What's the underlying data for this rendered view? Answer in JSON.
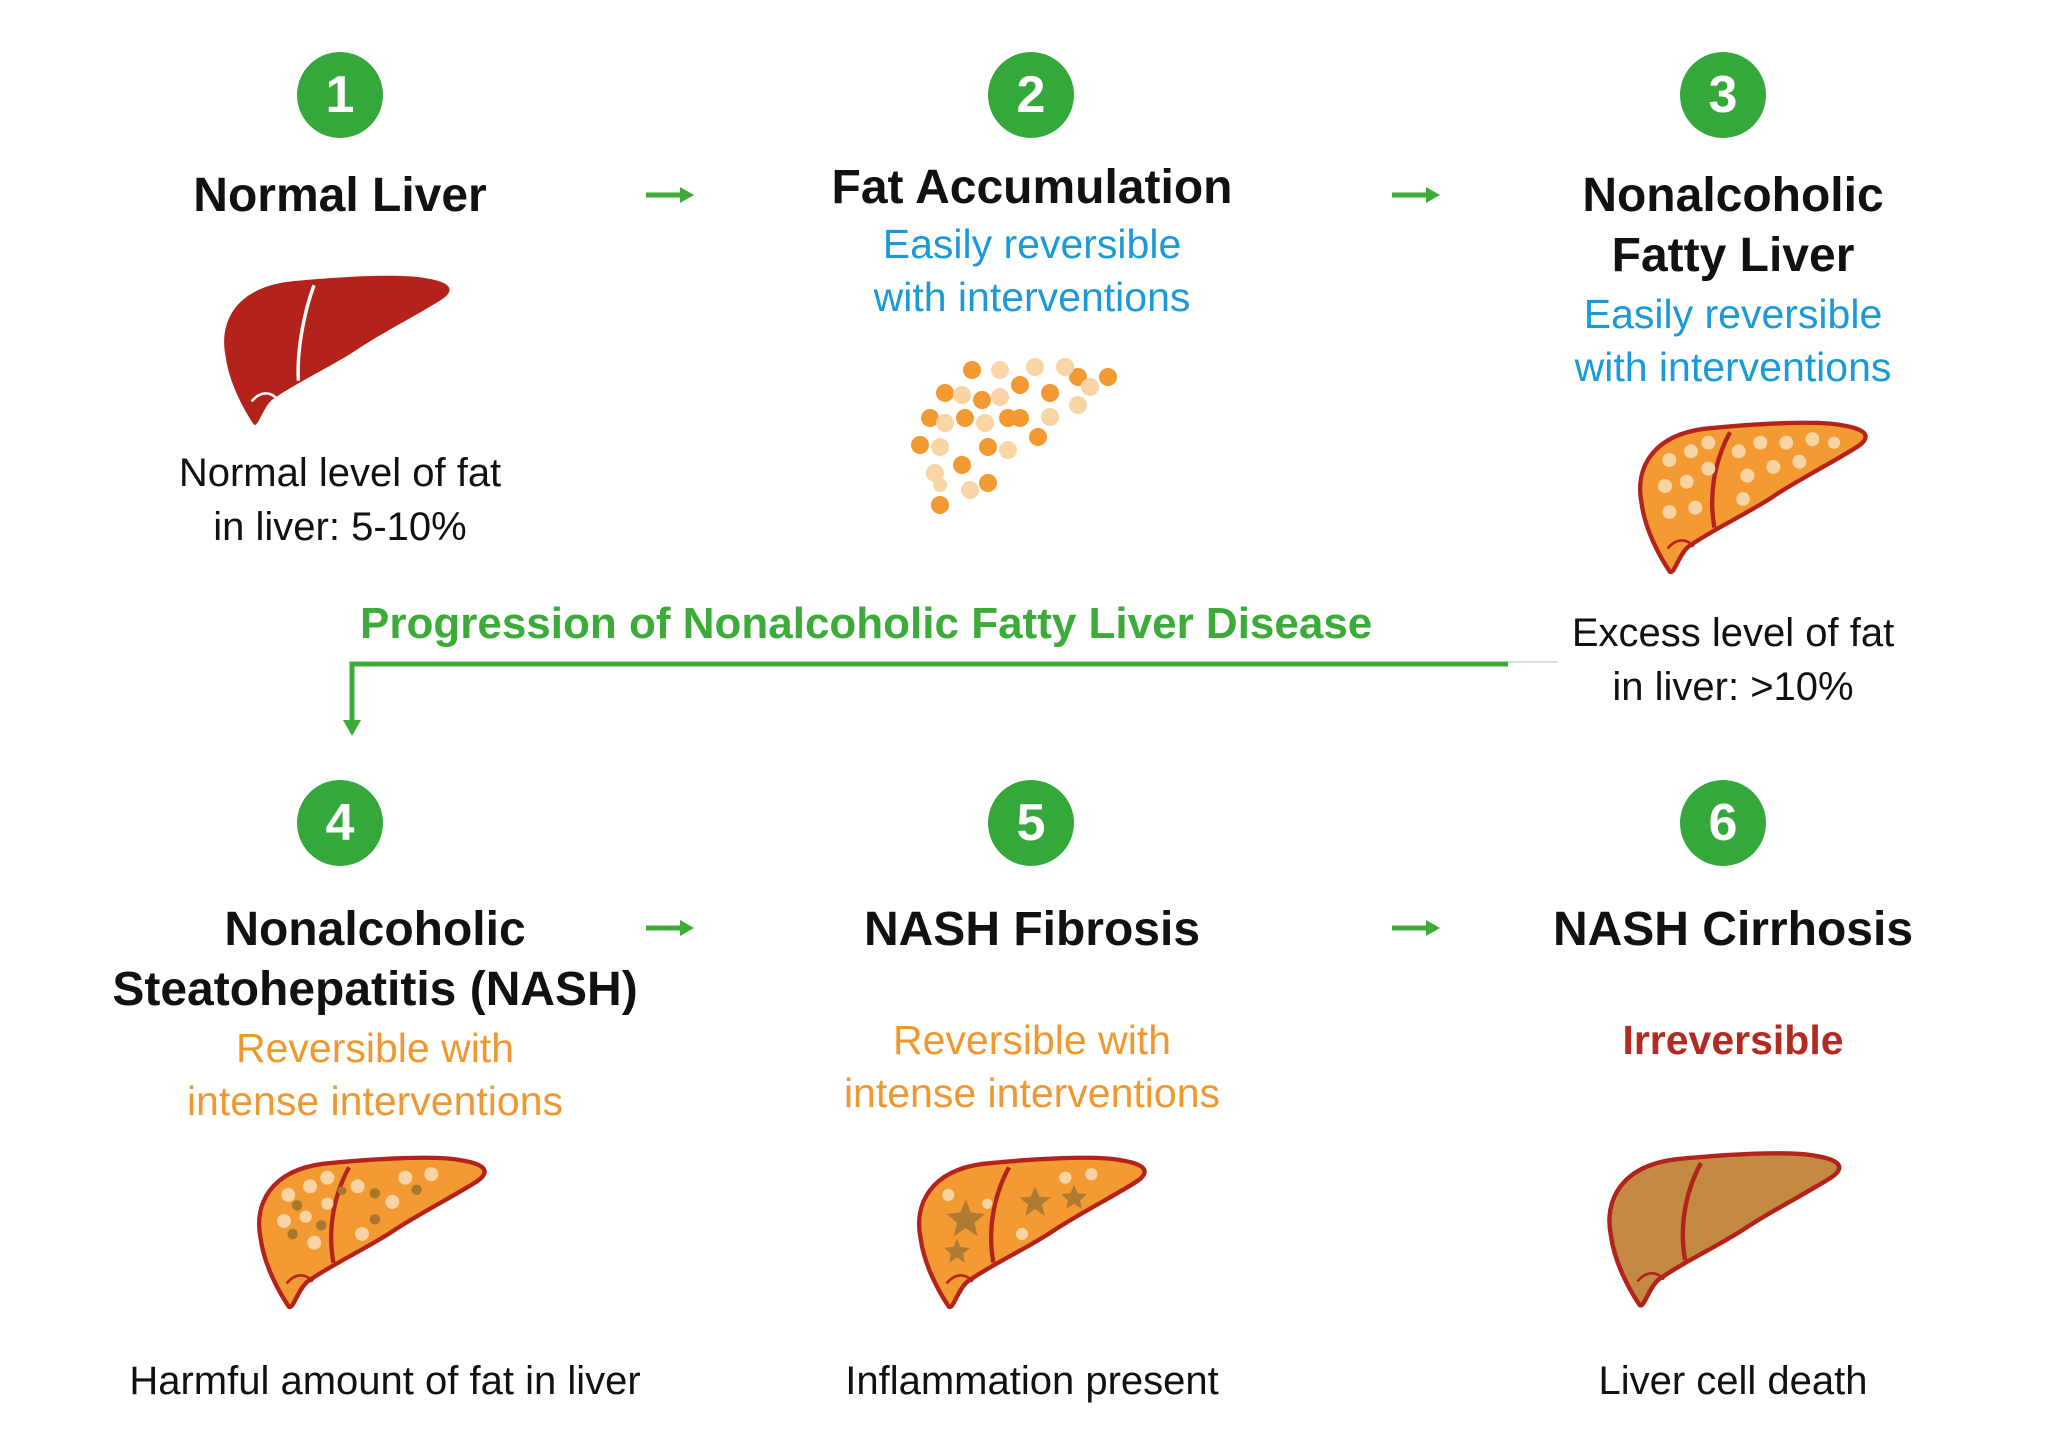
{
  "colors": {
    "green": "#34a83b",
    "blue": "#1a9ad9",
    "orange": "#f0982f",
    "red": "#b32a22",
    "normal_liver": "#b3231c",
    "fatty_liver": "#f39a32",
    "cirrhosis_liver": "#c48a44"
  },
  "progression_label": "Progression of Nonalcoholic Fatty Liver Disease",
  "stages": [
    {
      "number": "1",
      "title": [
        "Normal Liver"
      ],
      "subtitle": [],
      "description": [
        "Normal level of fat",
        "in liver: 5-10%"
      ],
      "icon": "normal-liver-icon"
    },
    {
      "number": "2",
      "title": [
        "Fat Accumulation"
      ],
      "subtitle": [
        "Easily reversible",
        "with interventions"
      ],
      "description": [],
      "icon": "fat-droplets-icon"
    },
    {
      "number": "3",
      "title": [
        "Nonalcoholic",
        "Fatty Liver"
      ],
      "subtitle": [
        "Easily reversible",
        "with interventions"
      ],
      "description": [
        "Excess level of fat",
        "in liver: >10%"
      ],
      "icon": "fatty-liver-icon"
    },
    {
      "number": "4",
      "title": [
        "Nonalcoholic",
        "Steatohepatitis (NASH)"
      ],
      "subtitle": [
        "Reversible with",
        "intense interventions"
      ],
      "description": [
        "Harmful amount of fat in liver"
      ],
      "icon": "nash-liver-icon"
    },
    {
      "number": "5",
      "title": [
        "NASH Fibrosis"
      ],
      "subtitle": [
        "Reversible with",
        "intense interventions"
      ],
      "description": [
        "Inflammation present"
      ],
      "icon": "fibrosis-liver-icon"
    },
    {
      "number": "6",
      "title": [
        "NASH Cirrhosis"
      ],
      "subtitle": [
        "Irreversible"
      ],
      "description": [
        "Liver cell death"
      ],
      "icon": "cirrhosis-liver-icon"
    }
  ]
}
